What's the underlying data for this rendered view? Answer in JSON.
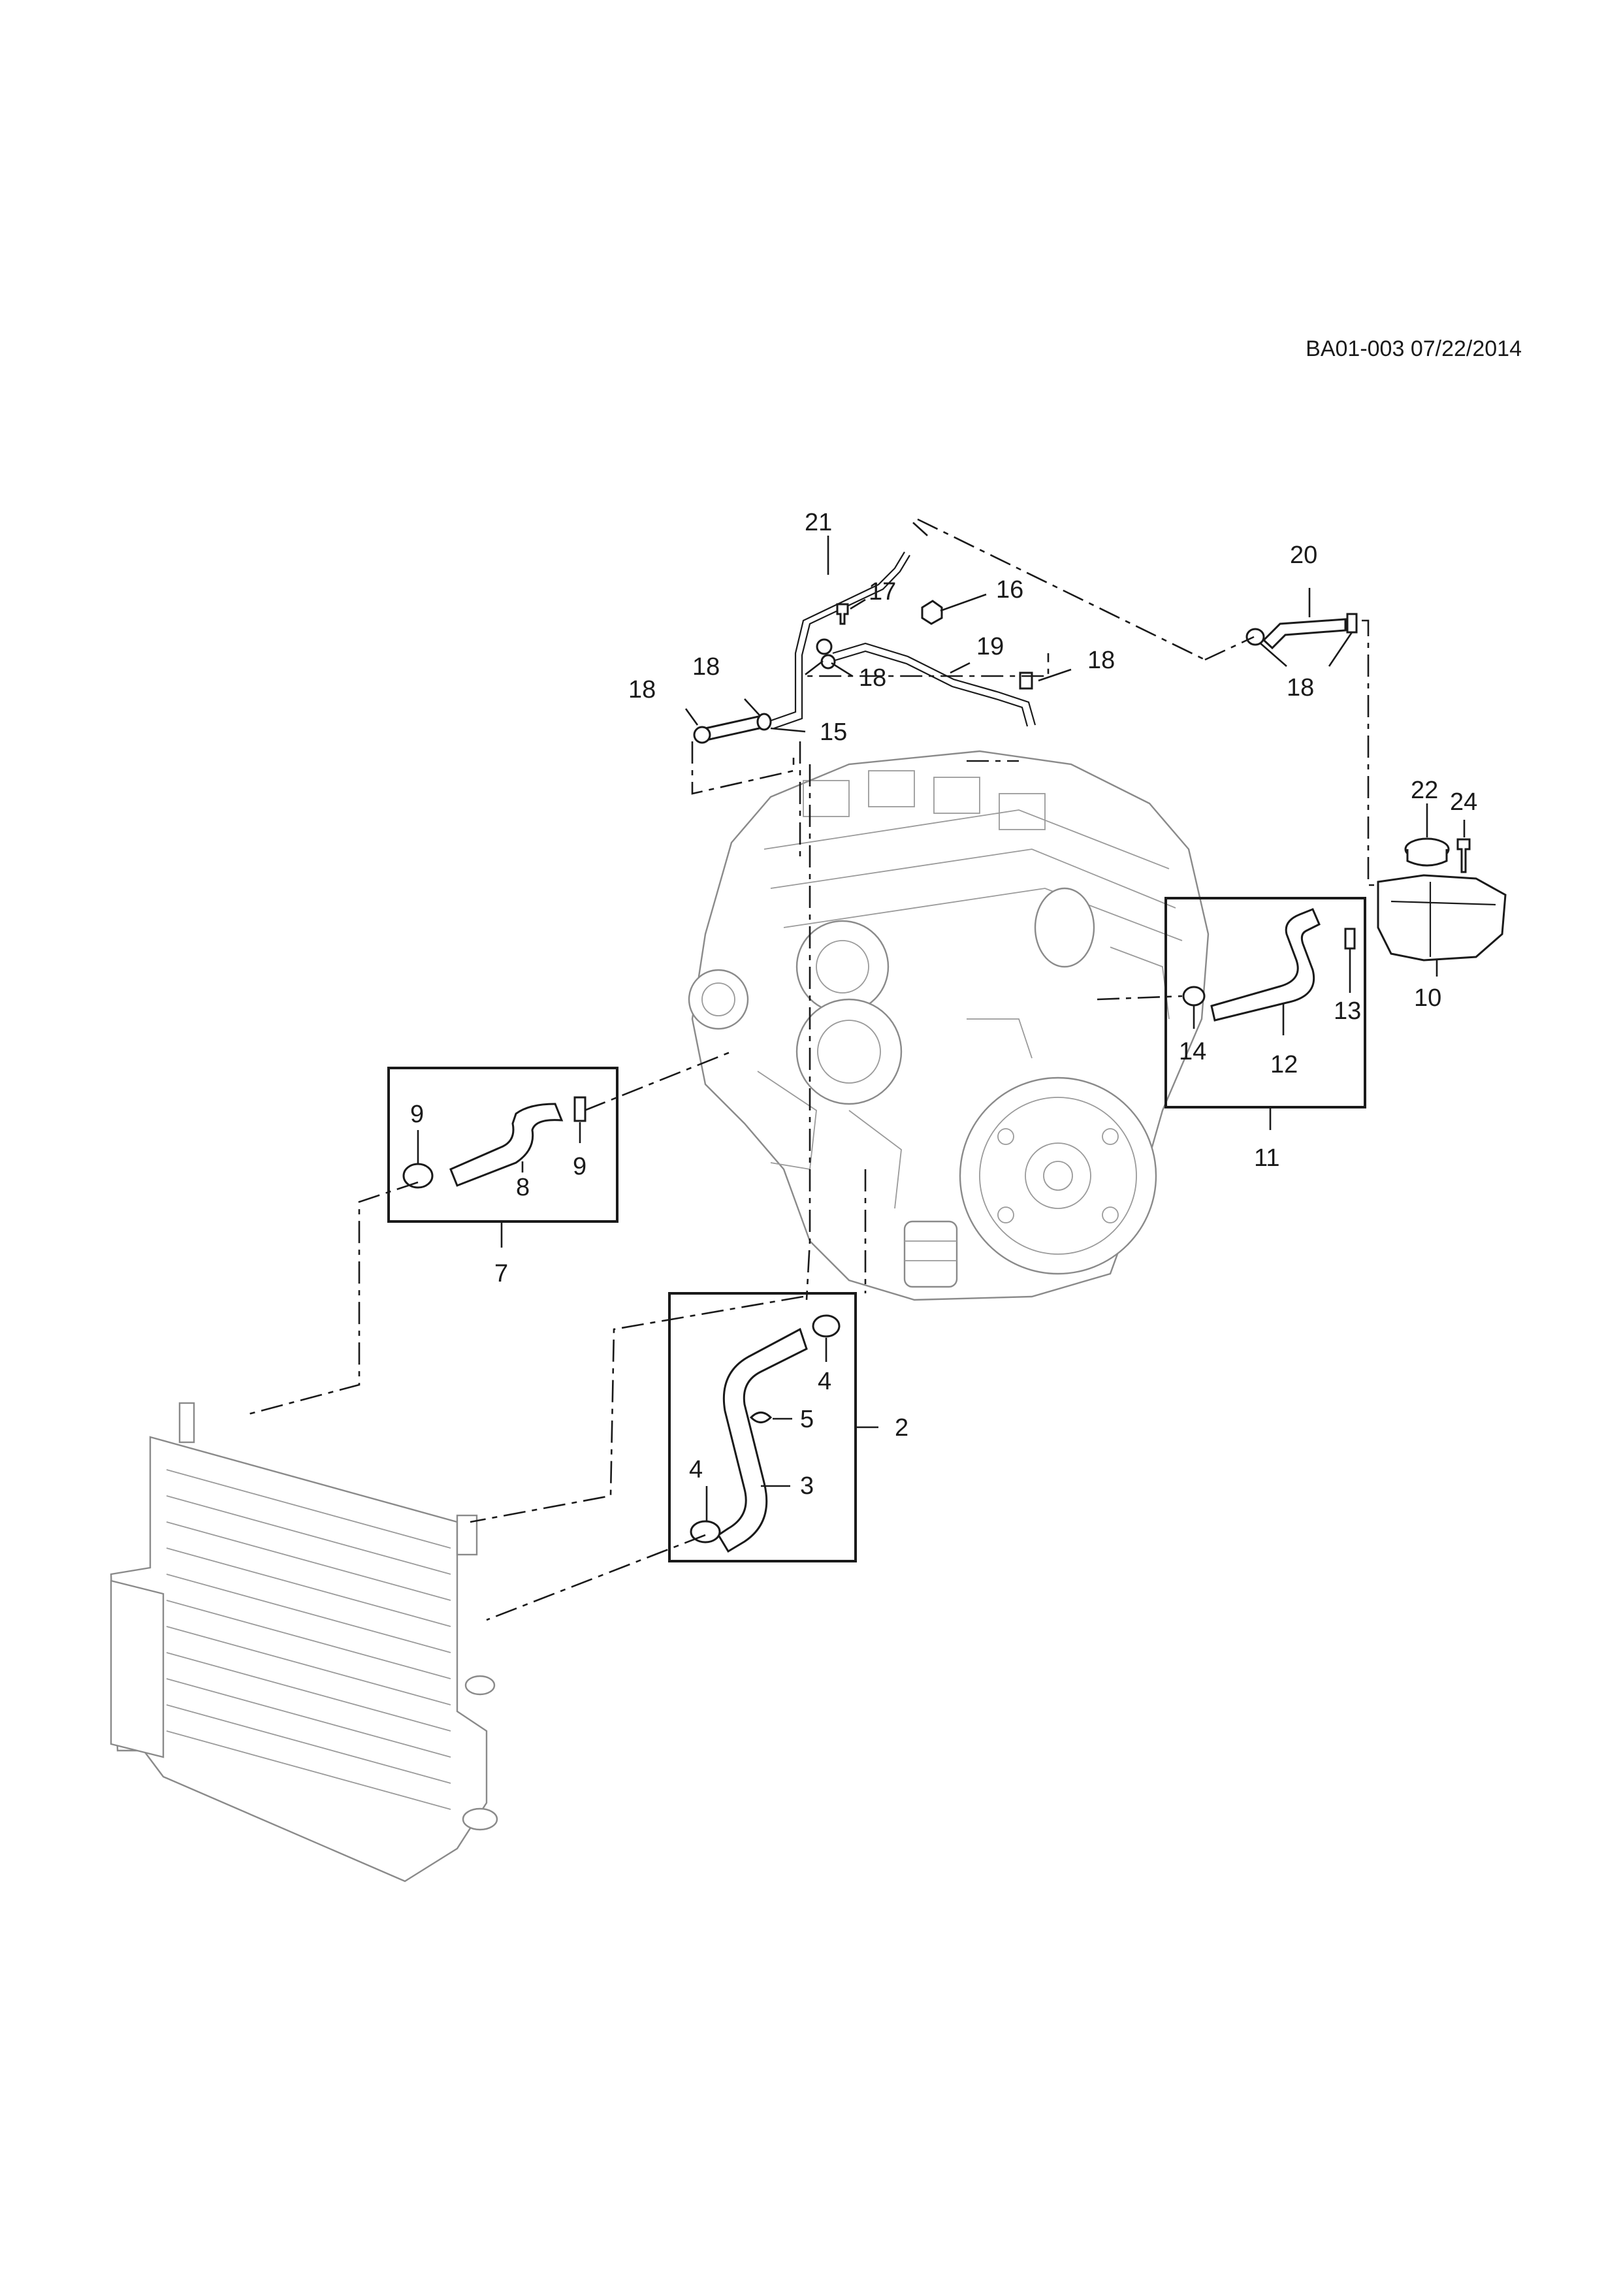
{
  "document": {
    "id_stamp": "BA01-003 07/22/2014"
  },
  "callouts": {
    "c2": "2",
    "c3": "3",
    "c4a": "4",
    "c4b": "4",
    "c5": "5",
    "c7": "7",
    "c8": "8",
    "c9a": "9",
    "c9b": "9",
    "c10": "10",
    "c11": "11",
    "c12": "12",
    "c13": "13",
    "c14": "14",
    "c15": "15",
    "c16": "16",
    "c17": "17",
    "c18a": "18",
    "c18b": "18",
    "c18c": "18",
    "c18d": "18",
    "c18e": "18",
    "c19": "19",
    "c20": "20",
    "c21": "21",
    "c22": "22",
    "c24": "24"
  }
}
